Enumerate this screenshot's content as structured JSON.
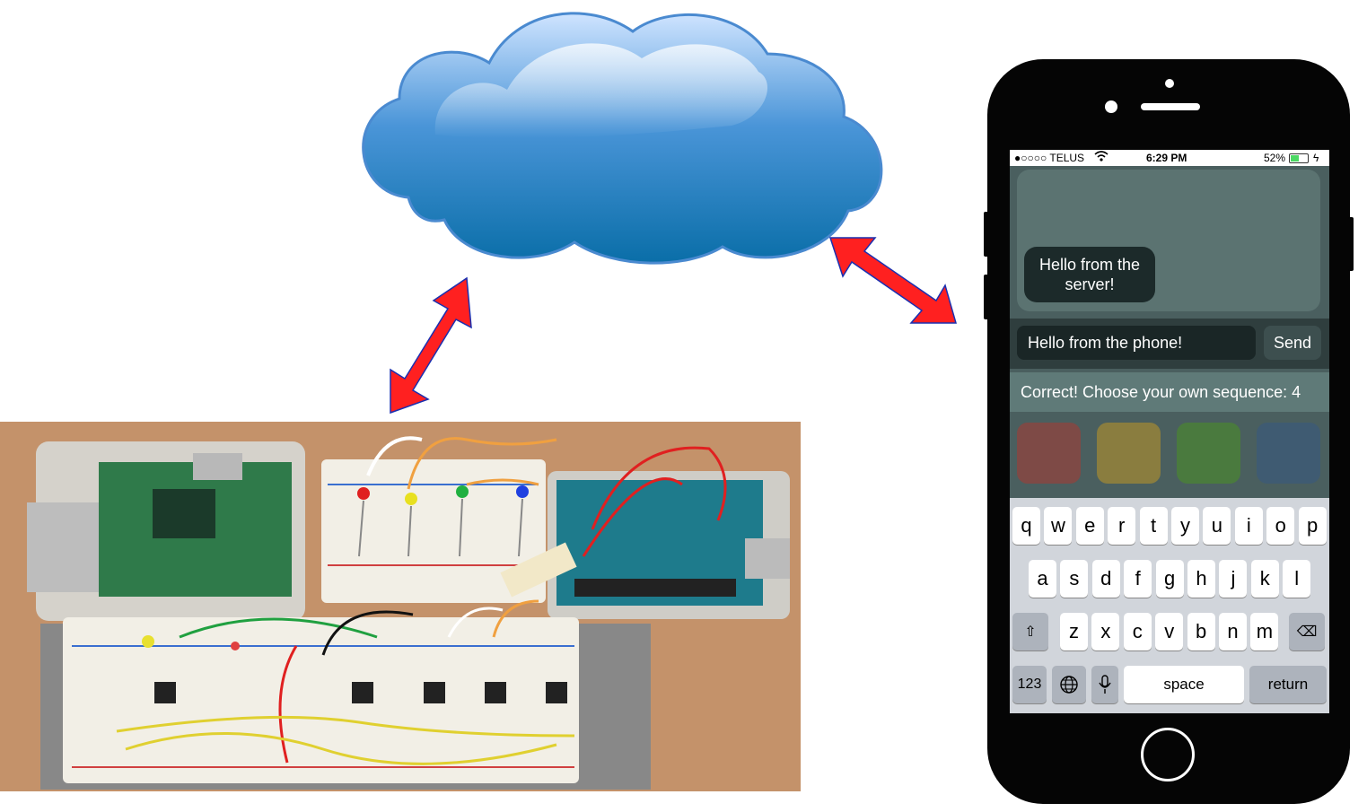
{
  "phone": {
    "status": {
      "carrier": "●○○○○ TELUS",
      "time": "6:29 PM",
      "battery": "52%",
      "battery_level": 0.52
    },
    "chat_bubble": "Hello from the server!",
    "message_input": "Hello from the phone!",
    "send_label": "Send",
    "status_text": "Correct! Choose your own sequence: 4",
    "color_buttons": [
      {
        "name": "red",
        "color": "#7e4a46"
      },
      {
        "name": "yellow",
        "color": "#8a7d3f"
      },
      {
        "name": "green",
        "color": "#4a7a3e"
      },
      {
        "name": "blue",
        "color": "#3f5b72"
      }
    ],
    "keyboard": {
      "row1": [
        "q",
        "w",
        "e",
        "r",
        "t",
        "y",
        "u",
        "i",
        "o",
        "p"
      ],
      "row2": [
        "a",
        "s",
        "d",
        "f",
        "g",
        "h",
        "j",
        "k",
        "l"
      ],
      "row3": [
        "z",
        "x",
        "c",
        "v",
        "b",
        "n",
        "m"
      ],
      "numbers_label": "123",
      "space_label": "space",
      "return_label": "return",
      "shift_icon": "⇧",
      "backspace_icon": "⌫",
      "globe_icon": "globe-icon",
      "mic_icon": "microphone-icon"
    }
  },
  "colors": {
    "arrow": "#ff2020",
    "arrow_outline": "#1a2fb0",
    "cloud_top": "#c8e0ff",
    "cloud_bottom": "#0a6ea8"
  }
}
